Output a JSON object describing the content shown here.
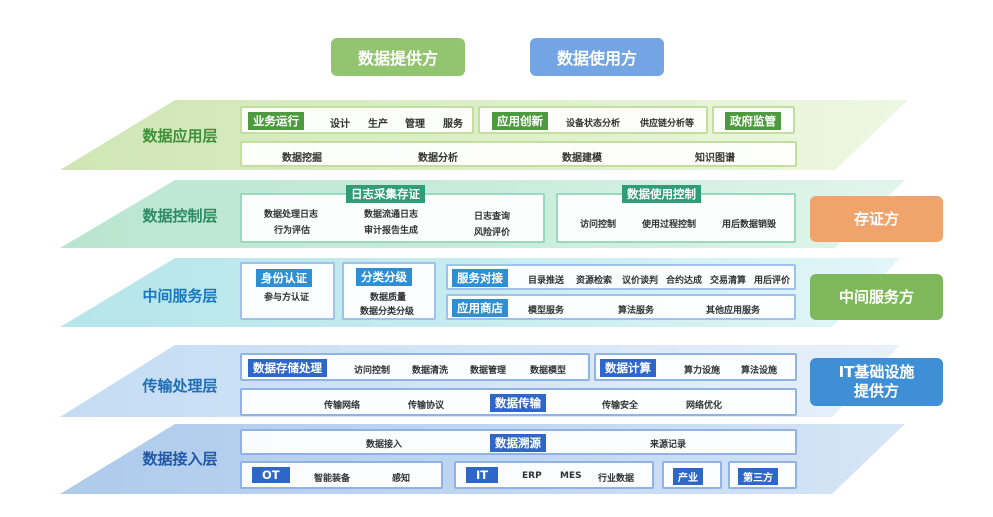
{
  "roles": {
    "provider": "数据提供方",
    "user": "数据使用方",
    "evidence": "存证方",
    "middle": "中间服务方",
    "infra_line1": "IT基础设施",
    "infra_line2": "提供方"
  },
  "layers": {
    "app": {
      "title": "数据应用层",
      "biz_tag": "业务运行",
      "biz_items": [
        "设计",
        "生产",
        "管理",
        "服务"
      ],
      "innov_tag": "应用创新",
      "innov_items": [
        "设备状态分析",
        "供应链分析等"
      ],
      "gov_tag": "政府监管",
      "bottom_items": [
        "数据挖掘",
        "数据分析",
        "数据建模",
        "知识图谱"
      ]
    },
    "control": {
      "title": "数据控制层",
      "log_tag": "日志采集存证",
      "log_items": [
        "数据处理日志",
        "行为评估",
        "数据流通日志",
        "审计报告生成",
        "日志查询",
        "风险评价"
      ],
      "use_tag": "数据使用控制",
      "use_items": [
        "访问控制",
        "使用过程控制",
        "用后数据销毁"
      ]
    },
    "middle": {
      "title": "中间服务层",
      "id_tag": "身份认证",
      "id_item": "参与方认证",
      "cls_tag": "分类分级",
      "cls_items": [
        "数据质量",
        "数据分类分级"
      ],
      "svc_tag": "服务对接",
      "svc_items": [
        "目录推送",
        "资源检索",
        "议价谈判",
        "合约达成",
        "交易清算",
        "用后评价"
      ],
      "store_tag": "应用商店",
      "store_items": [
        "模型服务",
        "算法服务",
        "其他应用服务"
      ]
    },
    "transfer": {
      "title": "传输处理层",
      "storage_tag": "数据存储处理",
      "storage_items": [
        "访问控制",
        "数据清洗",
        "数据管理",
        "数据模型"
      ],
      "compute_tag": "数据计算",
      "compute_items": [
        "算力设施",
        "算法设施"
      ],
      "transfer_tag": "数据传输",
      "transfer_items": [
        "传输网络",
        "传输协议",
        "传输安全",
        "网络优化"
      ]
    },
    "ingest": {
      "title": "数据接入层",
      "trace_tag": "数据溯源",
      "trace_items": [
        "数据接入",
        "来源记录"
      ],
      "ot_tag": "OT",
      "ot_items": [
        "智能装备",
        "感知"
      ],
      "it_tag": "IT",
      "it_items": [
        "ERP",
        "MES",
        "行业数据"
      ],
      "industry_tag": "产业",
      "third_tag": "第三方"
    }
  },
  "colors": {
    "app": "#3f8f3a",
    "control": "#2e8b62",
    "middle": "#1778c2",
    "transfer": "#1f6fb2",
    "ingest": "#2157a6",
    "box_blue": "#9fc1ea",
    "tag_blue": "#2f67c8"
  }
}
